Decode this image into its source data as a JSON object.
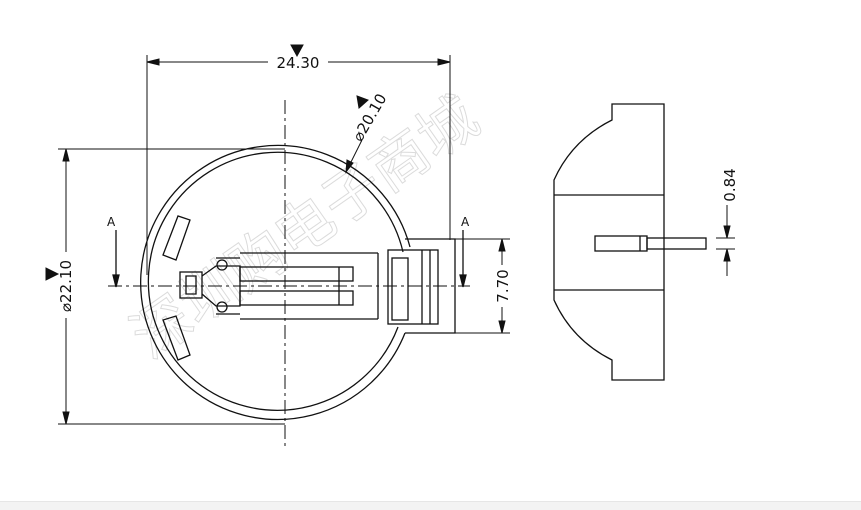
{
  "dimensions": {
    "width": "24.30",
    "height": "⌀22.10",
    "diameter": "⌀20.10",
    "tab_height": "7.70",
    "pin_thickness": "0.84"
  },
  "section_markers": {
    "left": "A",
    "right": "A"
  },
  "watermark": {
    "text": "深圳购电子商城"
  },
  "colors": {
    "line": "#111111",
    "watermark": "#d8d8d8"
  }
}
